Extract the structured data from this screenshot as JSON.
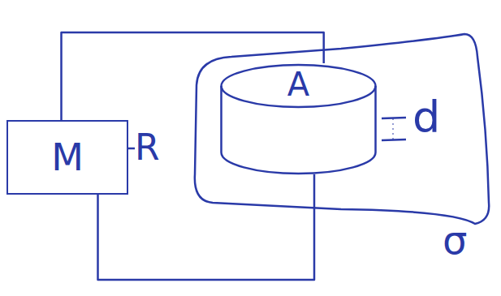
{
  "diagram": {
    "nodes": [
      {
        "text": [
          "M"
        ]
      },
      {
        "text": [
          "A"
        ]
      }
    ],
    "edges": [
      {
        "from": 0,
        "to": 1,
        "arrow": "none"
      },
      {
        "from": 0,
        "to": 1,
        "arrow": "none"
      }
    ],
    "labels": [
      "R",
      "d",
      "σ"
    ]
  }
}
